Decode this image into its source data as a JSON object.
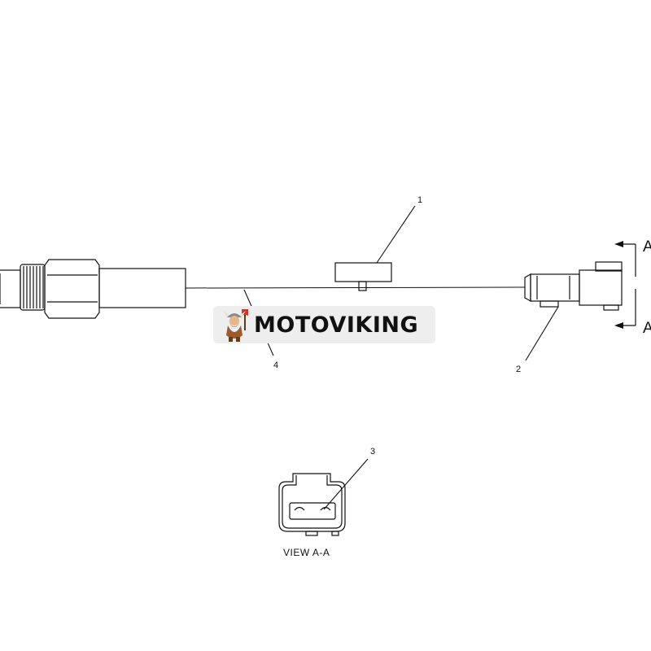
{
  "callouts": {
    "c1": "1",
    "c2": "2",
    "c3": "3",
    "c4": "4"
  },
  "section_marks": {
    "top": "A",
    "bottom": "A"
  },
  "view_label": "VIEW A-A",
  "watermark": {
    "text": "MOTOVIKING",
    "logo_icon": "viking-mascot-icon"
  }
}
